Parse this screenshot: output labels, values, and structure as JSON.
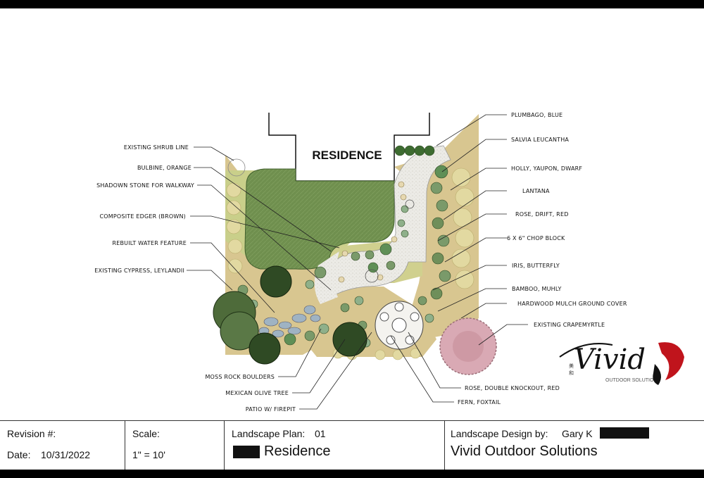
{
  "plan": {
    "residence_label": "RESIDENCE",
    "labels_left": [
      "EXISTING SHRUB LINE",
      "BULBINE, ORANGE",
      "SHADOWN STONE FOR WALKWAY",
      "COMPOSITE EDGER (BROWN)",
      "REBUILT WATER FEATURE",
      "EXISTING CYPRESS, LEYLANDII"
    ],
    "labels_right": [
      "PLUMBAGO, BLUE",
      "SALVIA LEUCANTHA",
      "HOLLY, YAUPON, DWARF",
      "LANTANA",
      "ROSE, DRIFT, RED",
      "6 X 6\" CHOP BLOCK",
      "IRIS, BUTTERFLY",
      "BAMBOO, MUHLY",
      "HARDWOOD MULCH GROUND COVER",
      "EXISTING CRAPEMYRTLE"
    ],
    "labels_bottom": [
      "MOSS ROCK BOULDERS",
      "MEXICAN OLIVE TREE",
      "PATIO W/ FIREPIT",
      "ROSE, DOUBLE KNOCKOUT, RED",
      "FERN, FOXTAIL"
    ],
    "colors": {
      "lawn": "#6f8f4e",
      "bed": "#d8c690",
      "bed_green": "#c9cf8a",
      "path": "#ecebe6",
      "dark_tree": "#2f4a24",
      "crapemyrtle": "#d9a9b4"
    }
  },
  "logo": {
    "brand": "Vivid",
    "tagline": "OUTDOOR SOLUTIONS"
  },
  "title_block": {
    "revision_label": "Revision #:",
    "date_label": "Date:",
    "date_value": "10/31/2022",
    "scale_label": "Scale:",
    "scale_value": "1\" = 10'",
    "plan_label": "Landscape Plan:",
    "plan_number": "01",
    "residence_name": "Residence",
    "design_by_label": "Landscape Design by:",
    "designer_name": "Gary K",
    "company": "Vivid Outdoor Solutions"
  }
}
